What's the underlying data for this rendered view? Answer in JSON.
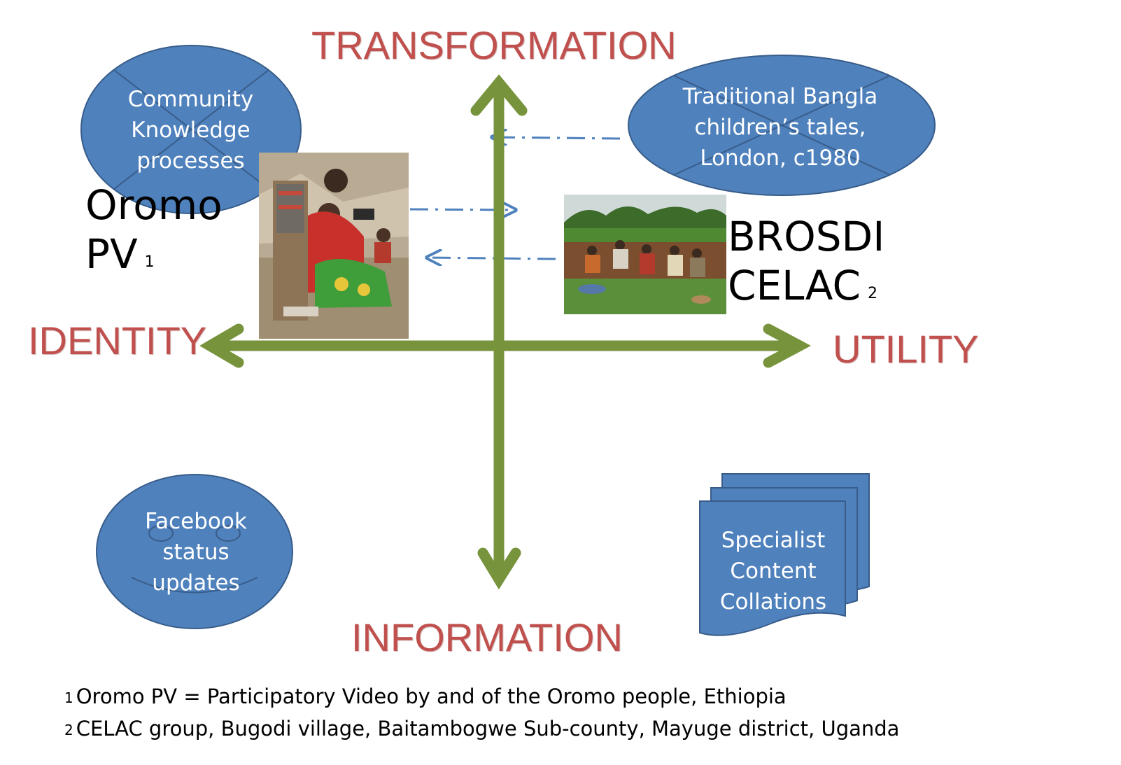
{
  "axes": {
    "top": "TRANSFORMATION",
    "bottom": "INFORMATION",
    "left": "IDENTITY",
    "right": "UTILITY"
  },
  "shapes": {
    "community": {
      "line1": "Community",
      "line2": "Knowledge",
      "line3": "processes"
    },
    "bangla": {
      "line1": "Traditional Bangla",
      "line2": "children’s tales,",
      "line3": "London, c1980"
    },
    "facebook": {
      "line1": "Facebook",
      "line2": "status",
      "line3": "updates"
    },
    "specialist": {
      "line1": "Specialist",
      "line2": "Content",
      "line3": "Collations"
    }
  },
  "cases": {
    "oromo": {
      "line1": "Oromo",
      "line2": "PV",
      "note_marker": "1"
    },
    "brosdi": {
      "line1": "BROSDI",
      "line2": "CELAC",
      "note_marker": "2"
    }
  },
  "footnotes": [
    {
      "marker": "1",
      "text": "Oromo PV = Participatory Video by and of the Oromo people, Ethiopia"
    },
    {
      "marker": "2",
      "text": "CELAC group, Bugodi village, Baitambogwe Sub-county, Mayuge district, Uganda"
    }
  ],
  "colors": {
    "axis_green": "#77933c",
    "shape_blue": "#4f81bd",
    "shape_outline": "#385d8a",
    "axis_label_red": "#c0504d",
    "dash_arrow": "#4f81bd"
  }
}
